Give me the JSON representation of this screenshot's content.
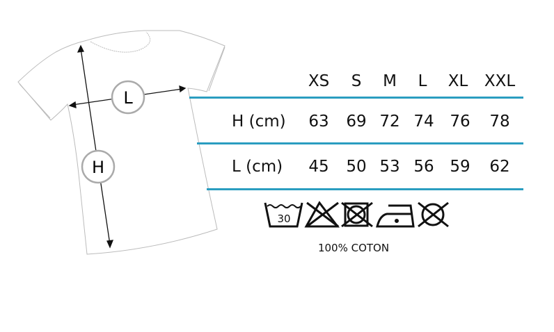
{
  "diagram": {
    "measure_labels": {
      "length": "L",
      "height": "H"
    }
  },
  "size_table": {
    "sizes": [
      "XS",
      "S",
      "M",
      "L",
      "XL",
      "XXL"
    ],
    "rows": [
      {
        "label": "H (cm)",
        "values": [
          "63",
          "69",
          "72",
          "74",
          "76",
          "78"
        ]
      },
      {
        "label": "L (cm)",
        "values": [
          "45",
          "50",
          "53",
          "56",
          "59",
          "62"
        ]
      }
    ],
    "rule_color": "#2a9dc0"
  },
  "care": {
    "wash_temp": "30",
    "symbols": [
      "wash-30-icon",
      "no-bleach-icon",
      "no-tumble-dry-icon",
      "iron-low-icon",
      "no-dry-clean-icon"
    ],
    "fabric": "100% COTON"
  }
}
